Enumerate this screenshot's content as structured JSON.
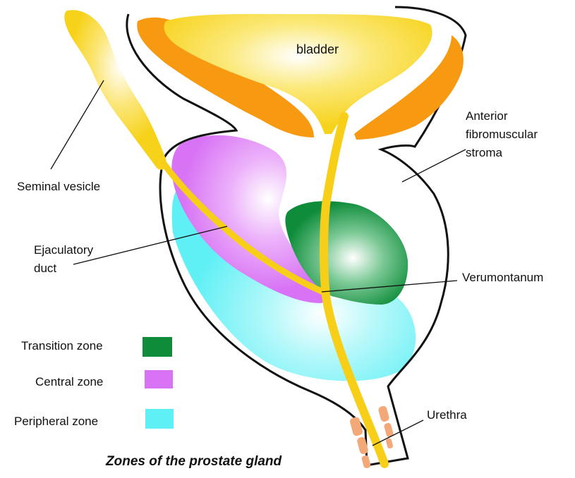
{
  "title": "Zones of the prostate gland",
  "labels": {
    "bladder": "bladder",
    "seminal_vesicle": "Seminal vesicle",
    "ejaculatory_duct": [
      "Ejaculatory",
      "duct"
    ],
    "anterior_stroma": [
      "Anterior",
      "fibromuscular",
      "stroma"
    ],
    "verumontanum": "Verumontanum",
    "urethra": "Urethra"
  },
  "legend": [
    {
      "label": "Transition zone",
      "color": "#0e8c3a"
    },
    {
      "label": "Central zone",
      "color": "#d873f5"
    },
    {
      "label": "Peripheral zone",
      "color": "#5ff0f5"
    }
  ],
  "colors": {
    "bladder": "#f7d21a",
    "bladder_neck_muscle": "#f79a12",
    "urethra": "#f7cf18",
    "urethral_sphincter": "#f3a878",
    "outline": "#111111"
  }
}
